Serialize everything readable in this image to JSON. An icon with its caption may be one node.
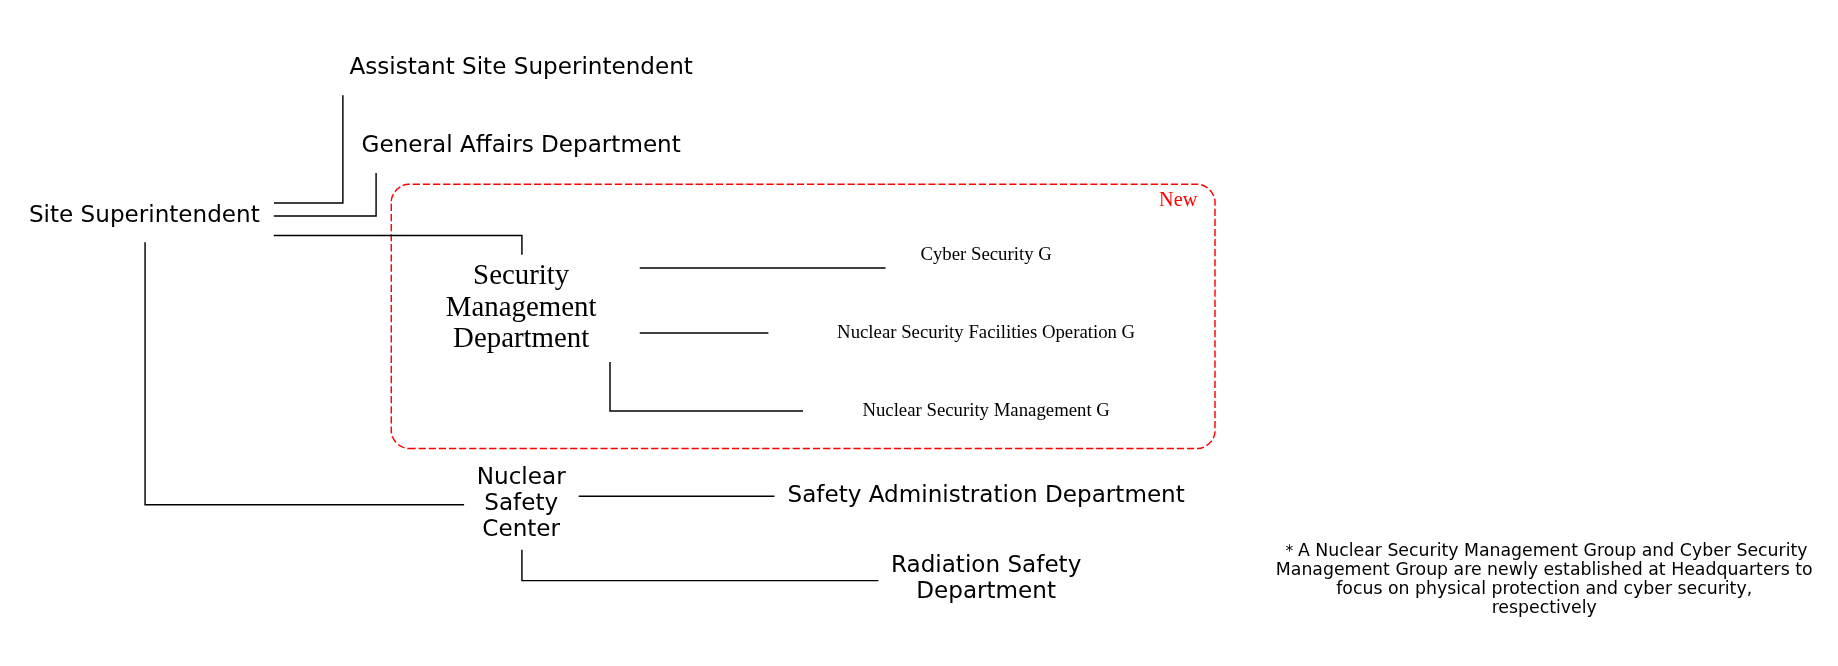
{
  "diagram": {
    "nodes": [
      {
        "text": [
          "Site Superintendent"
        ]
      },
      {
        "text": [
          "Assistant Site Superintendent"
        ]
      },
      {
        "text": [
          "General Affairs Department"
        ]
      },
      {
        "text": [
          "New"
        ]
      },
      {
        "text": [
          "Security Management Department"
        ],
        "in": 3
      },
      {
        "text": [
          "Nuclear Security Management G"
        ],
        "in": 3
      },
      {
        "text": [
          "Nuclear Security Facilities Operation G"
        ],
        "in": 3
      },
      {
        "text": [
          "Cyber Security G"
        ],
        "in": 3
      },
      {
        "text": [
          "Nuclear Safety Center"
        ]
      },
      {
        "text": [
          "Safety Administration Department"
        ]
      },
      {
        "text": [
          "Radiation Safety Department"
        ]
      }
    ],
    "edges": [
      {
        "from": 0,
        "to": 1,
        "arrow": "none"
      },
      {
        "from": 0,
        "to": 2,
        "arrow": "none"
      },
      {
        "from": 0,
        "to": 4,
        "arrow": "none"
      },
      {
        "from": 0,
        "to": 8,
        "arrow": "none"
      },
      {
        "from": 4,
        "to": 5,
        "arrow": "none"
      },
      {
        "from": 4,
        "to": 6,
        "arrow": "none"
      },
      {
        "from": 4,
        "to": 7,
        "arrow": "none"
      },
      {
        "from": 8,
        "to": 9,
        "arrow": "none"
      },
      {
        "from": 8,
        "to": 10,
        "arrow": "none"
      }
    ],
    "labels": [
      "＊A Nuclear Security Management Group and Cyber Security Management Group are newly established at Headquarters to focus on physical protection and cyber security, respectively"
    ]
  }
}
